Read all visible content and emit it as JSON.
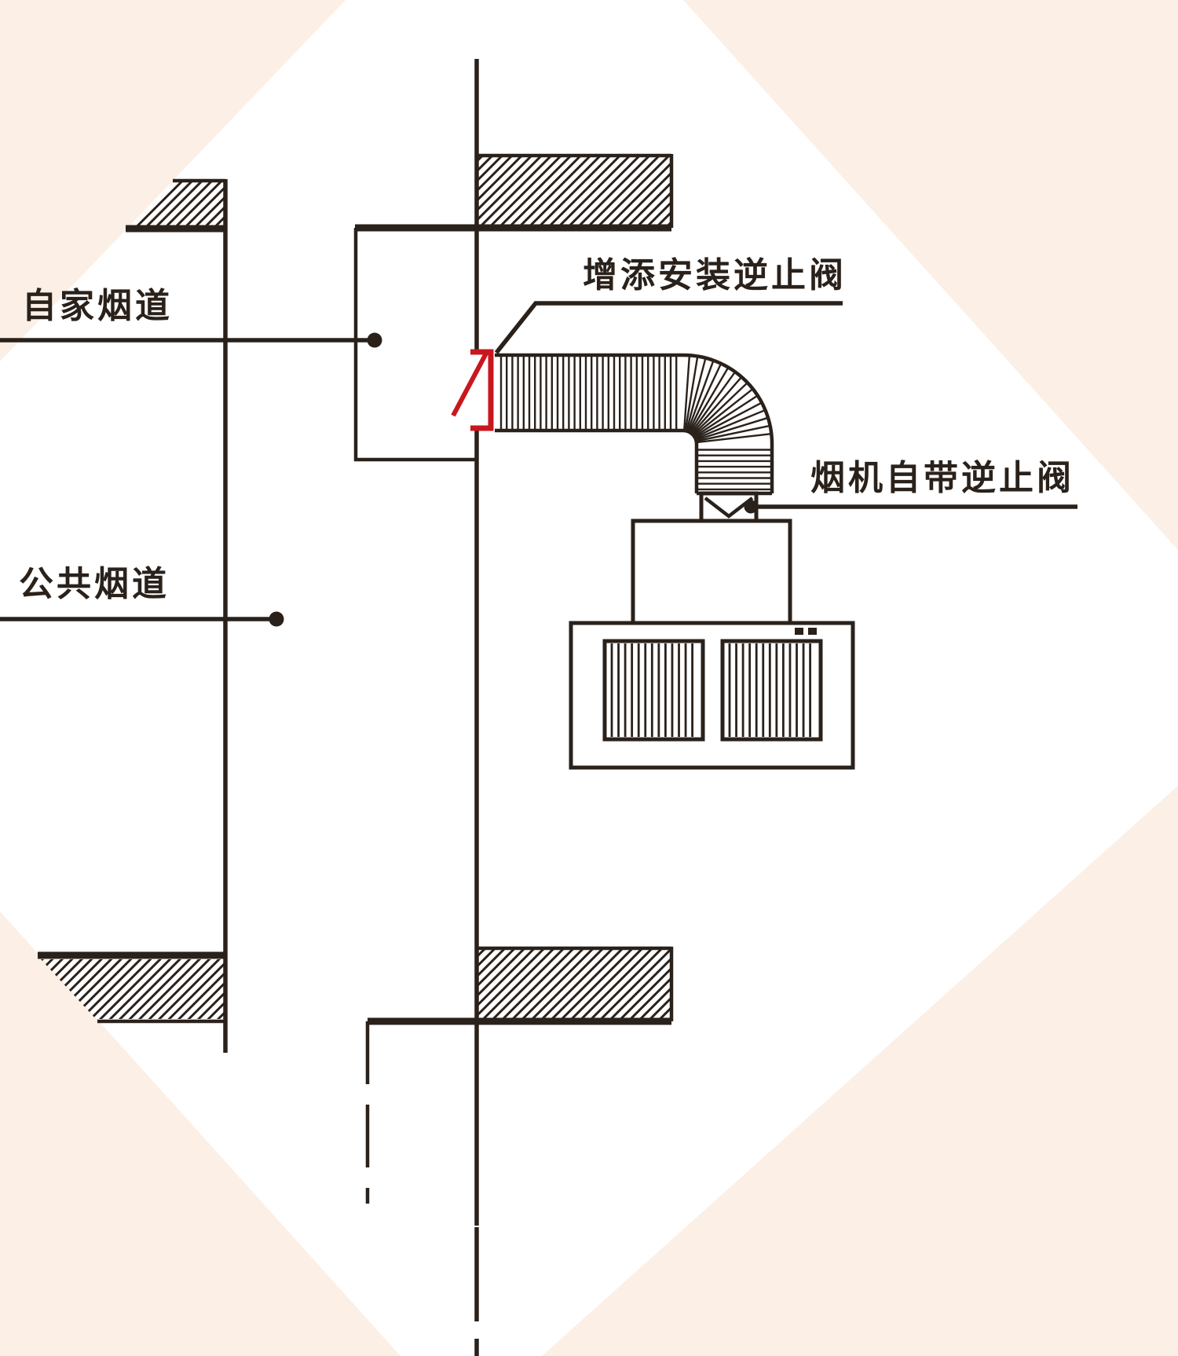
{
  "diagram": {
    "labels": {
      "own_flue": "自家烟道",
      "public_flue": "公共烟道",
      "added_valve": "增添安装逆止阀",
      "builtin_valve": "烟机自带逆止阀"
    },
    "colors": {
      "ink": "#2a211b",
      "red": "#c9171e",
      "bg": "#fcefe5",
      "panel": "#ffffff"
    }
  }
}
